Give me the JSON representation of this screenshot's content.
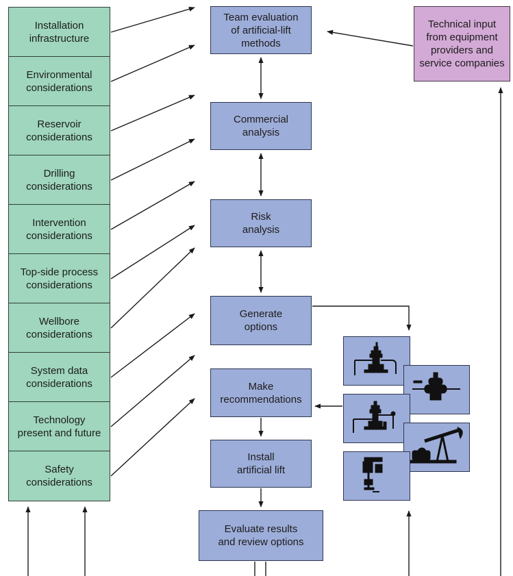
{
  "considerations": [
    "Installation\ninfrastructure",
    "Environmental\nconsiderations",
    "Reservoir\nconsiderations",
    "Drilling\nconsiderations",
    "Intervention\nconsiderations",
    "Top-side process\nconsiderations",
    "Wellbore\nconsiderations",
    "System data\nconsiderations",
    "Technology\npresent and future",
    "Safety\nconsiderations"
  ],
  "process": {
    "team_evaluation": "Team evaluation\nof artificial-lift\nmethods",
    "commercial": "Commercial\nanalysis",
    "risk": "Risk\nanalysis",
    "generate": "Generate\noptions",
    "recommend": "Make\nrecommendations",
    "install": "Install\nartificial lift",
    "evaluate": "Evaluate results\nand review options"
  },
  "technical_input": "Technical input\nfrom equipment\nproviders and\nservice companies",
  "colors": {
    "consideration_fill": "#9fd6bd",
    "process_fill": "#9dadd9",
    "input_fill": "#d3a9d6",
    "arrow": "#1a1a1a"
  },
  "icons": [
    "wellhead-icon",
    "subsea-tree-icon",
    "gas-lift-icon",
    "pump-jack-icon",
    "esp-icon"
  ]
}
